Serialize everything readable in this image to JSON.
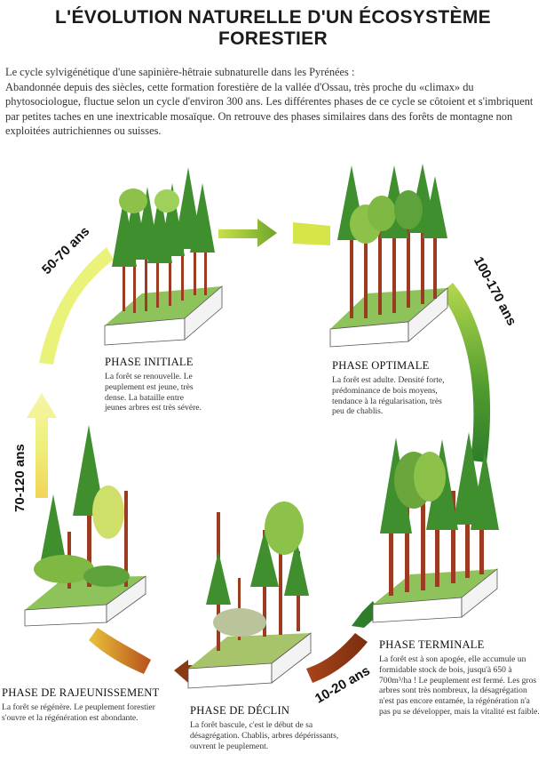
{
  "title": "L'ÉVOLUTION NATURELLE D'UN ÉCOSYSTÈME FORESTIER",
  "intro": {
    "line1": "Le cycle sylvigénétique d'une sapinière-hêtraie subnaturelle dans les Pyrénées :",
    "body": "Abandonnée depuis des siècles, cette formation forestière de la vallée d'Ossau, très proche du «climax» du phytosociologue, fluctue selon un cycle d'environ 300 ans. Les différentes phases de ce cycle se côtoient et s'imbriquent par petites taches en une inextricable mosaïque. On retrouve des phases similaires dans des forêts de montagne non exploitées autrichiennes ou suisses."
  },
  "phases": {
    "initiale": {
      "title": "PHASE INITIALE",
      "text": "La forêt se renouvelle. Le peuplement est jeune, très dense. La bataille entre jeunes arbres est très sévère."
    },
    "optimale": {
      "title": "PHASE OPTIMALE",
      "text": "La forêt est adulte. Densité forte, prédominance de bois moyens, tendance à la régularisation, très peu de chablis."
    },
    "terminale": {
      "title": "PHASE TERMINALE",
      "text": "La forêt est à son apogée, elle accumule un formidable stock de bois, jusqu'à 650 à 700m³/ha ! Le peuplement est fermé. Les gros arbres sont très nombreux, la désagrégation n'est pas encore entamée, la régénération n'a pas pu se développer, mais la vitalité est faible."
    },
    "declin": {
      "title": "PHASE DE DÉCLIN",
      "text": "La forêt bascule, c'est le début de sa désagrégation. Chablis, arbres dépérissants, ouvrent le peuplement."
    },
    "rajeunissement": {
      "title": "PHASE DE RAJEUNISSEMENT",
      "text": "La forêt se régénère. Le peuplement forestier s'ouvre et la régénération est abondante."
    }
  },
  "durations": {
    "d1": "50-70 ans",
    "d2": "100-170 ans",
    "d3": "10-20 ans",
    "d4": "70-120 ans"
  },
  "colors": {
    "arrow_light": "#e8ee4a",
    "arrow_green": "#6fa52c",
    "arrow_dark": "#2e7d2a",
    "arrow_brown": "#8a3a12",
    "foliage": "#3f8f2f",
    "trunk": "#9a3b22"
  }
}
